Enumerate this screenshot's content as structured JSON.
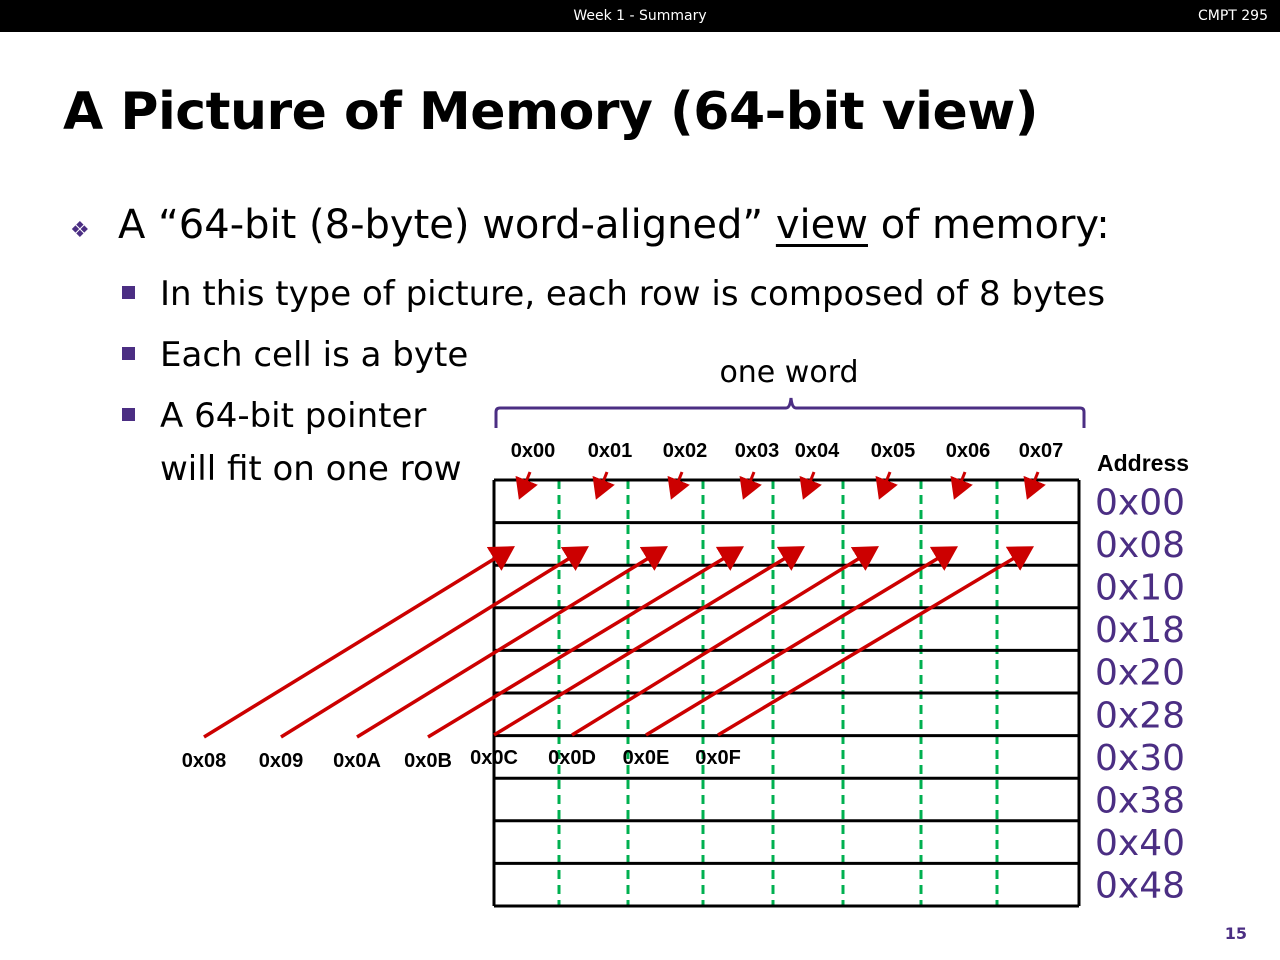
{
  "header": {
    "center": "Week 1 - Summary",
    "right": "CMPT 295"
  },
  "title": "A Picture of Memory (64-bit view)",
  "bullet": {
    "pre": "A “64-bit (8-byte) word-aligned” ",
    "underlined": "view",
    "post": " of memory:"
  },
  "sub_bullets": [
    "In this type of picture, each row is composed of 8 bytes",
    "Each cell is a byte",
    "A 64-bit pointer",
    "will fit on one row"
  ],
  "diagram": {
    "brace_label": "one word",
    "address_header": "Address",
    "column_labels": [
      "0x00",
      "0x01",
      "0x02",
      "0x03",
      "0x04",
      "0x05",
      "0x06",
      "0x07"
    ],
    "second_row_labels": [
      "0x08",
      "0x09",
      "0x0A",
      "0x0B",
      "0x0C",
      "0x0D",
      "0x0E",
      "0x0F"
    ],
    "row_addresses": [
      "0x00",
      "0x08",
      "0x10",
      "0x18",
      "0x20",
      "0x28",
      "0x30",
      "0x38",
      "0x40",
      "0x48"
    ],
    "colors": {
      "grid": "#000000",
      "dividers": "#00b050",
      "arrows": "#cc0000",
      "address": "#4b2e83",
      "brace": "#4b2e83"
    }
  },
  "page_number": "15"
}
